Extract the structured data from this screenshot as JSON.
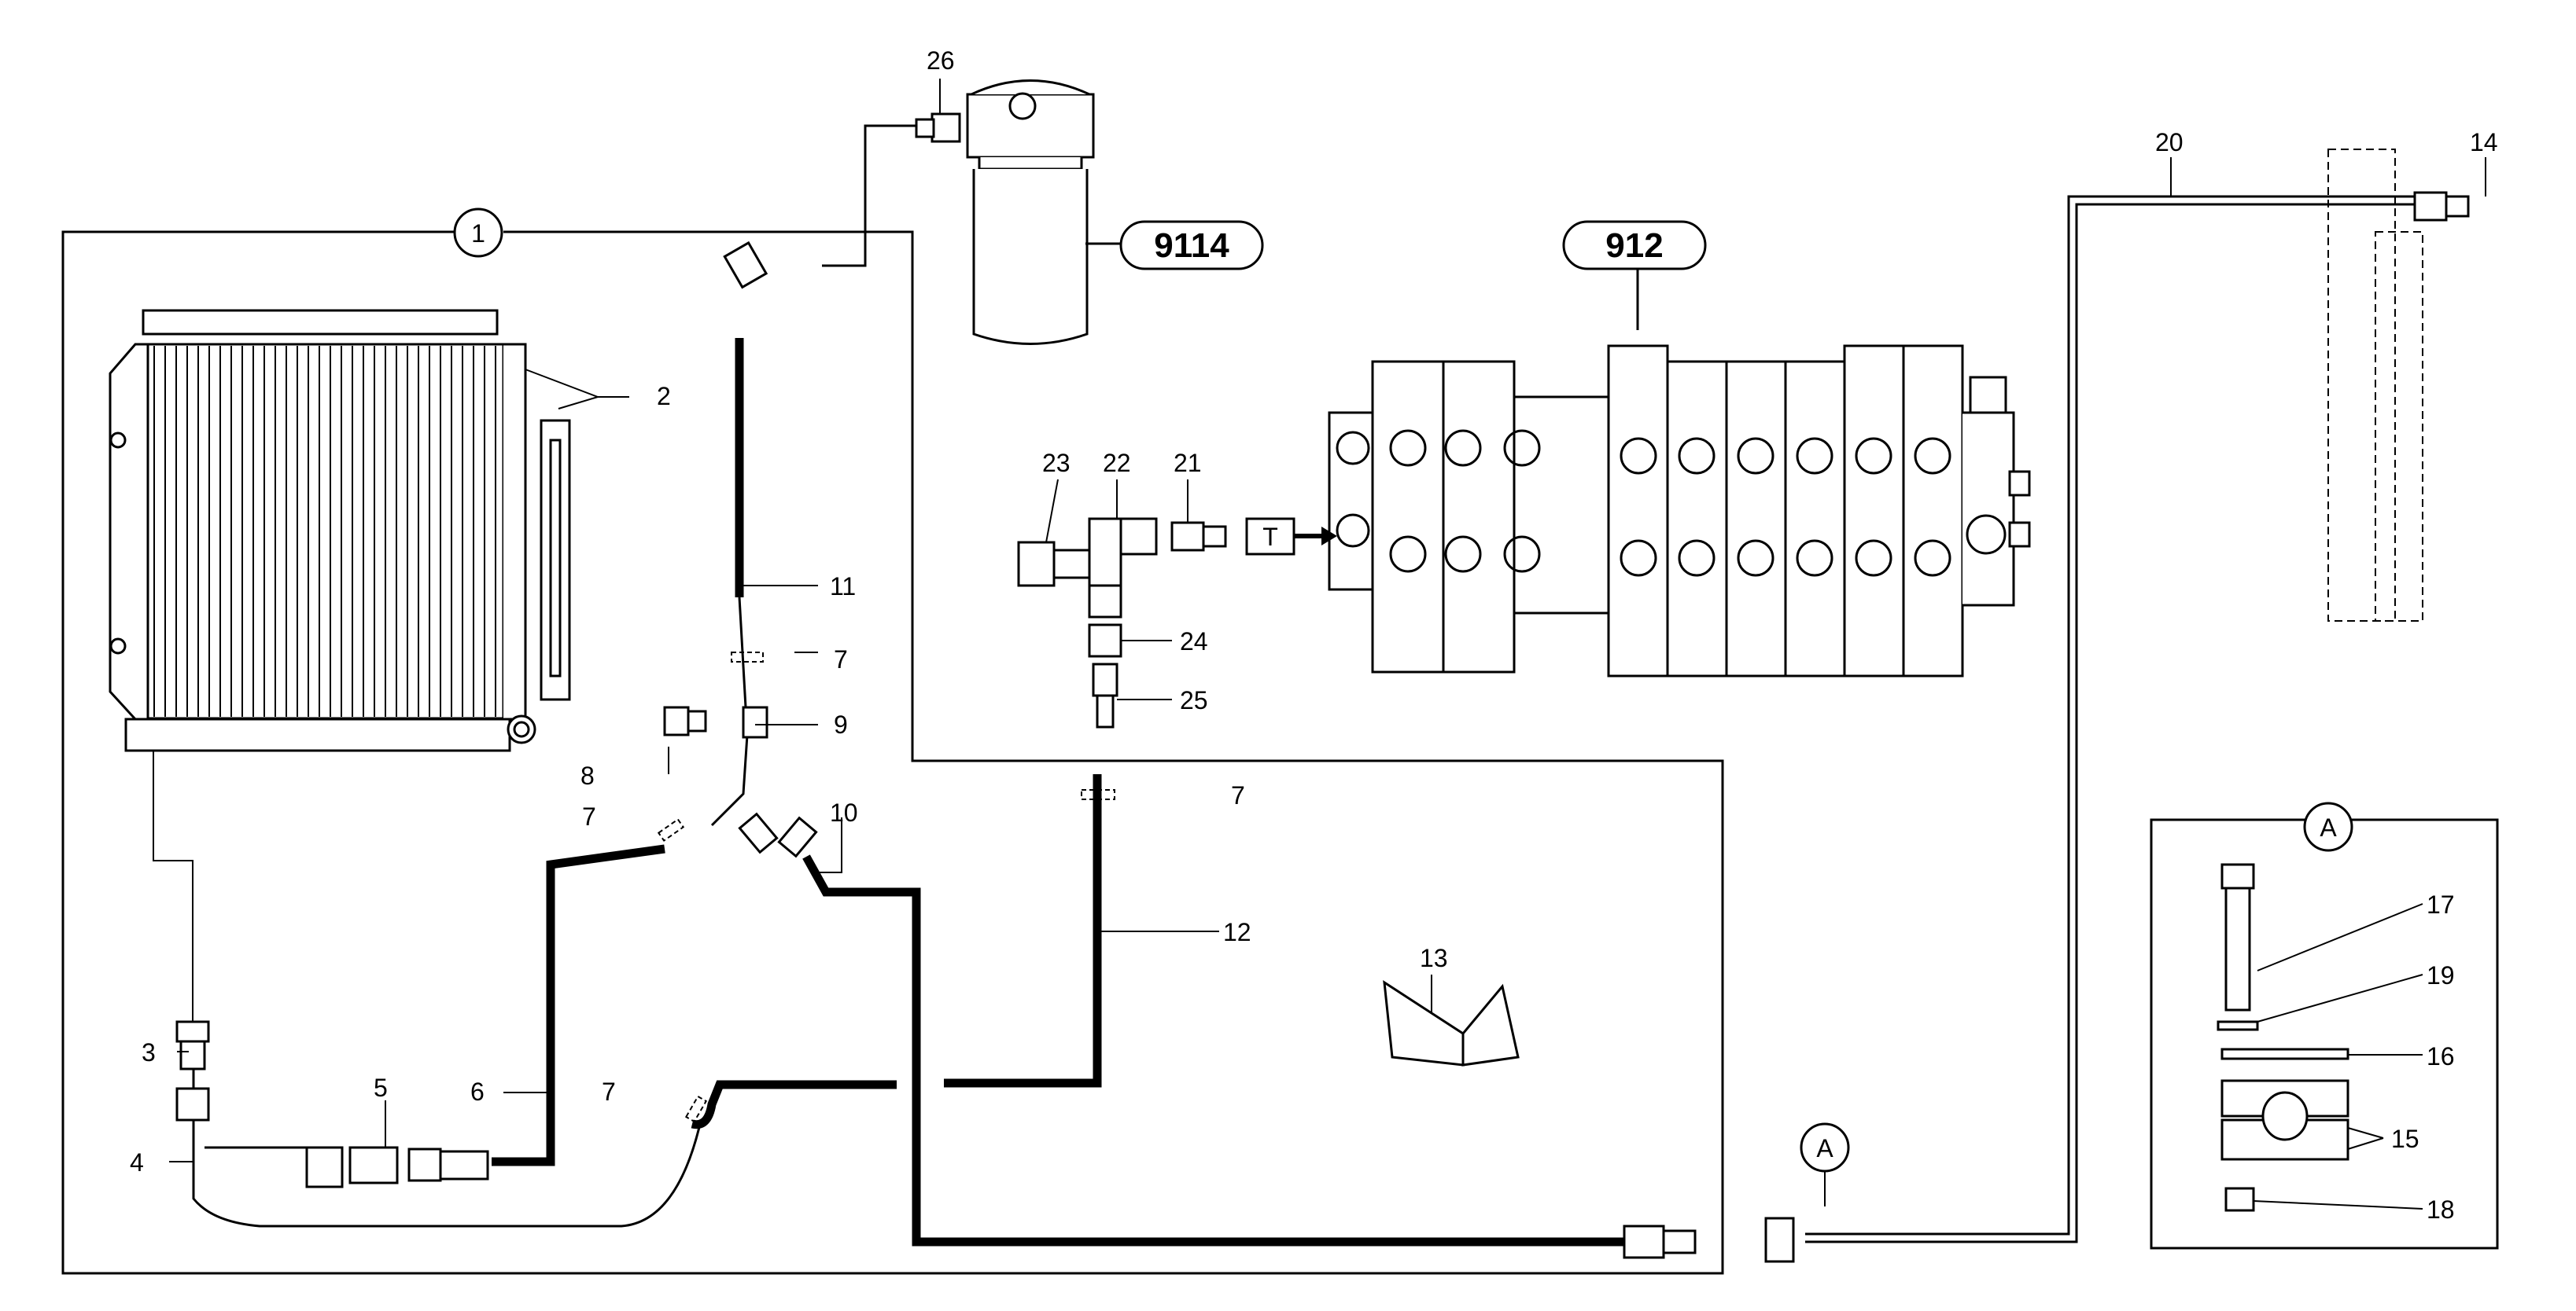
{
  "callouts": {
    "c1": "1",
    "c2": "2",
    "c3": "3",
    "c4": "4",
    "c5": "5",
    "c6": "6",
    "c7": "7",
    "c8": "8",
    "c9": "9",
    "c10": "10",
    "c11": "11",
    "c12": "12",
    "c13": "13",
    "c14": "14",
    "c15": "15",
    "c16": "16",
    "c17": "17",
    "c18": "18",
    "c19": "19",
    "c20": "20",
    "c21": "21",
    "c22": "22",
    "c23": "23",
    "c24": "24",
    "c25": "25",
    "c26": "26"
  },
  "references": {
    "filter": "9114",
    "valve": "912"
  },
  "detail": {
    "marker": "A"
  },
  "valve_port": "T"
}
